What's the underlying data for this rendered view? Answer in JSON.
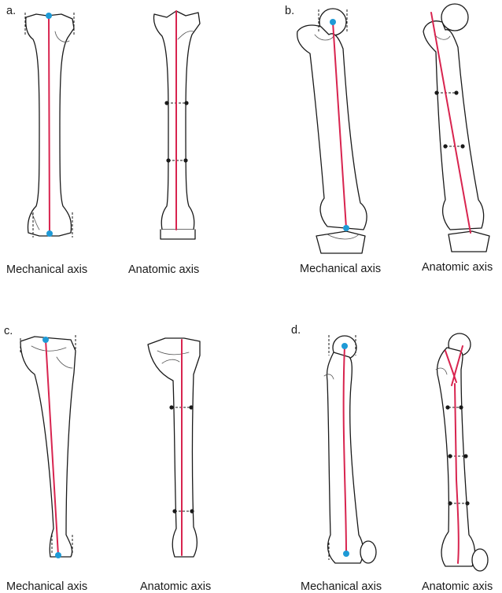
{
  "colors": {
    "axis_line": "#d8244f",
    "mech_point": "#1e9ad6",
    "anat_point": "#1a1a1a",
    "outline": "#1a1a1a"
  },
  "panels": [
    {
      "letter": "a.",
      "left_caption": "Mechanical axis",
      "right_caption": "Anatomic axis"
    },
    {
      "letter": "b.",
      "left_caption": "Mechanical axis",
      "right_caption": "Anatomic axis"
    },
    {
      "letter": "c.",
      "left_caption": "Mechanical axis",
      "right_caption": "Anatomic axis"
    },
    {
      "letter": "d.",
      "left_caption": "Mechanical axis",
      "right_caption": "Anatomic axis"
    }
  ]
}
